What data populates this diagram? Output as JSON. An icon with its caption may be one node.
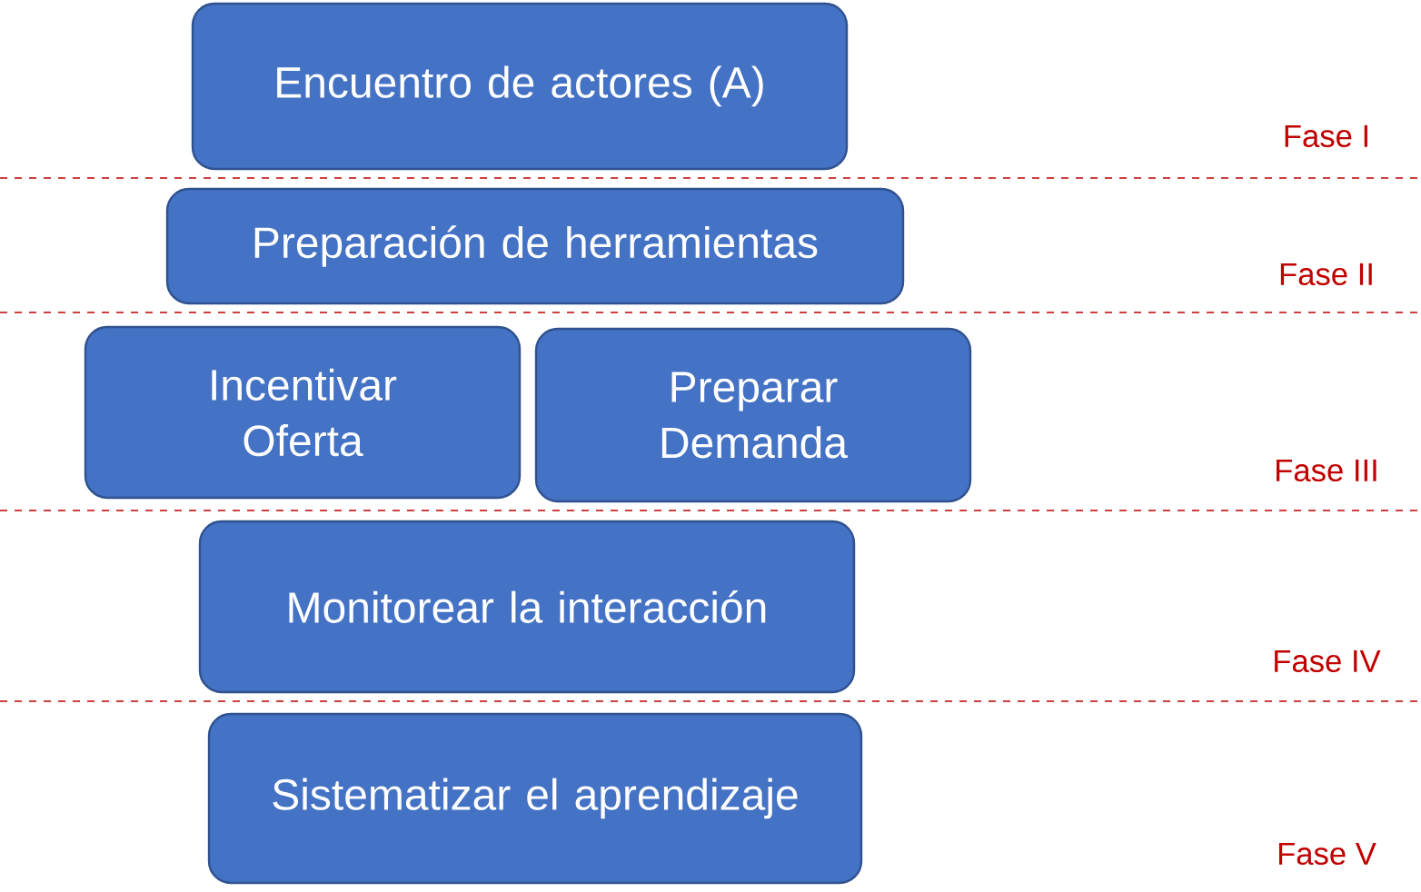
{
  "diagram": {
    "nodes": [
      {
        "text": [
          "Encuentro de actores (A)"
        ]
      },
      {
        "text": [
          "Preparación de herramientas"
        ]
      },
      {
        "text": [
          "Incentivar Oferta"
        ]
      },
      {
        "text": [
          "Preparar Demanda"
        ]
      },
      {
        "text": [
          "Monitorear la interacción"
        ]
      },
      {
        "text": [
          "Sistematizar el aprendizaje"
        ]
      }
    ],
    "labels": [
      "Fase I",
      "Fase II",
      "Fase III",
      "Fase IV",
      "Fase V"
    ]
  }
}
